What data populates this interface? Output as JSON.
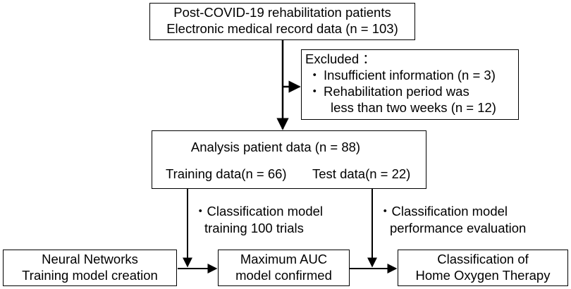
{
  "flowchart": {
    "source_box": {
      "line1": "Post-COVID-19 rehabilitation patients",
      "line2": "Electronic medical record data (n = 103)"
    },
    "excluded_box": {
      "title": "Excluded ：",
      "bullet": "・",
      "item1": "Insufficient information (n = 3)",
      "item2_line1": "Rehabilitation period was",
      "item2_line2": "less than two weeks (n = 12)"
    },
    "analysis_box": {
      "title": "Analysis patient data (n = 88)",
      "training": "Training data(n = 66)",
      "test": "Test data(n = 22)"
    },
    "note_training": {
      "line1": "・Classification model",
      "line2": "training 100 trials"
    },
    "note_test": {
      "line1": "・Classification model",
      "line2": "performance evaluation"
    },
    "nn_box": {
      "line1": "Neural Networks",
      "line2": "Training model creation"
    },
    "auc_box": {
      "line1": "Maximum AUC",
      "line2": "model confirmed"
    },
    "result_box": {
      "line1": "Classification of",
      "line2": "Home Oxygen Therapy"
    }
  }
}
